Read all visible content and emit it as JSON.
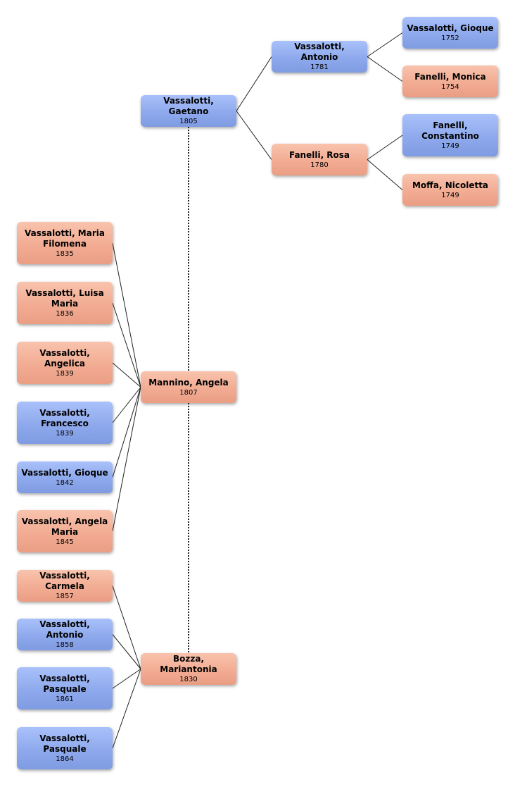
{
  "people": [
    {
      "id": "gaetano",
      "name": "Vassalotti, Gaetano",
      "year": "1805",
      "gender": "male"
    },
    {
      "id": "antonio-1781",
      "name": "Vassalotti, Antonio",
      "year": "1781",
      "gender": "male"
    },
    {
      "id": "rosa",
      "name": "Fanelli, Rosa",
      "year": "1780",
      "gender": "female"
    },
    {
      "id": "gioque-1752",
      "name": "Vassalotti, Gioque",
      "year": "1752",
      "gender": "male"
    },
    {
      "id": "monica",
      "name": "Fanelli, Monica",
      "year": "1754",
      "gender": "female"
    },
    {
      "id": "constantino",
      "name": "Fanelli, Constantino",
      "year": "1749",
      "gender": "male"
    },
    {
      "id": "nicoletta",
      "name": "Moffa, Nicoletta",
      "year": "1749",
      "gender": "female"
    },
    {
      "id": "angela",
      "name": "Mannino, Angela",
      "year": "1807",
      "gender": "female"
    },
    {
      "id": "mariantonia",
      "name": "Bozza, Mariantonia",
      "year": "1830",
      "gender": "female"
    },
    {
      "id": "maria-filomena",
      "name": "Vassalotti, Maria Filomena",
      "year": "1835",
      "gender": "female"
    },
    {
      "id": "luisa-maria",
      "name": "Vassalotti, Luisa Maria",
      "year": "1836",
      "gender": "female"
    },
    {
      "id": "angelica",
      "name": "Vassalotti, Angelica",
      "year": "1839",
      "gender": "female"
    },
    {
      "id": "francesco",
      "name": "Vassalotti, Francesco",
      "year": "1839",
      "gender": "male"
    },
    {
      "id": "gioque-1842",
      "name": "Vassalotti, Gioque",
      "year": "1842",
      "gender": "male"
    },
    {
      "id": "angela-maria",
      "name": "Vassalotti, Angela Maria",
      "year": "1845",
      "gender": "female"
    },
    {
      "id": "carmela",
      "name": "Vassalotti, Carmela",
      "year": "1857",
      "gender": "female"
    },
    {
      "id": "antonio-1858",
      "name": "Vassalotti, Antonio",
      "year": "1858",
      "gender": "male"
    },
    {
      "id": "pasquale-1861",
      "name": "Vassalotti, Pasquale",
      "year": "1861",
      "gender": "male"
    },
    {
      "id": "pasquale-1864",
      "name": "Vassalotti, Pasquale",
      "year": "1864",
      "gender": "male"
    }
  ],
  "parent_links": [
    {
      "child": "gaetano",
      "parent": "antonio-1781"
    },
    {
      "child": "gaetano",
      "parent": "rosa"
    },
    {
      "child": "antonio-1781",
      "parent": "gioque-1752"
    },
    {
      "child": "antonio-1781",
      "parent": "monica"
    },
    {
      "child": "rosa",
      "parent": "constantino"
    },
    {
      "child": "rosa",
      "parent": "nicoletta"
    }
  ],
  "spouse_links": [
    {
      "a": "gaetano",
      "b": "angela"
    },
    {
      "a": "angela",
      "b": "mariantonia"
    }
  ],
  "child_links": [
    {
      "parent": "angela",
      "child": "maria-filomena"
    },
    {
      "parent": "angela",
      "child": "luisa-maria"
    },
    {
      "parent": "angela",
      "child": "angelica"
    },
    {
      "parent": "angela",
      "child": "francesco"
    },
    {
      "parent": "angela",
      "child": "gioque-1842"
    },
    {
      "parent": "angela",
      "child": "angela-maria"
    },
    {
      "parent": "mariantonia",
      "child": "carmela"
    },
    {
      "parent": "mariantonia",
      "child": "antonio-1858"
    },
    {
      "parent": "mariantonia",
      "child": "pasquale-1861"
    },
    {
      "parent": "mariantonia",
      "child": "pasquale-1864"
    }
  ],
  "colors": {
    "male": "#8ea9ec",
    "female": "#f2ac93",
    "line": "#222222"
  }
}
